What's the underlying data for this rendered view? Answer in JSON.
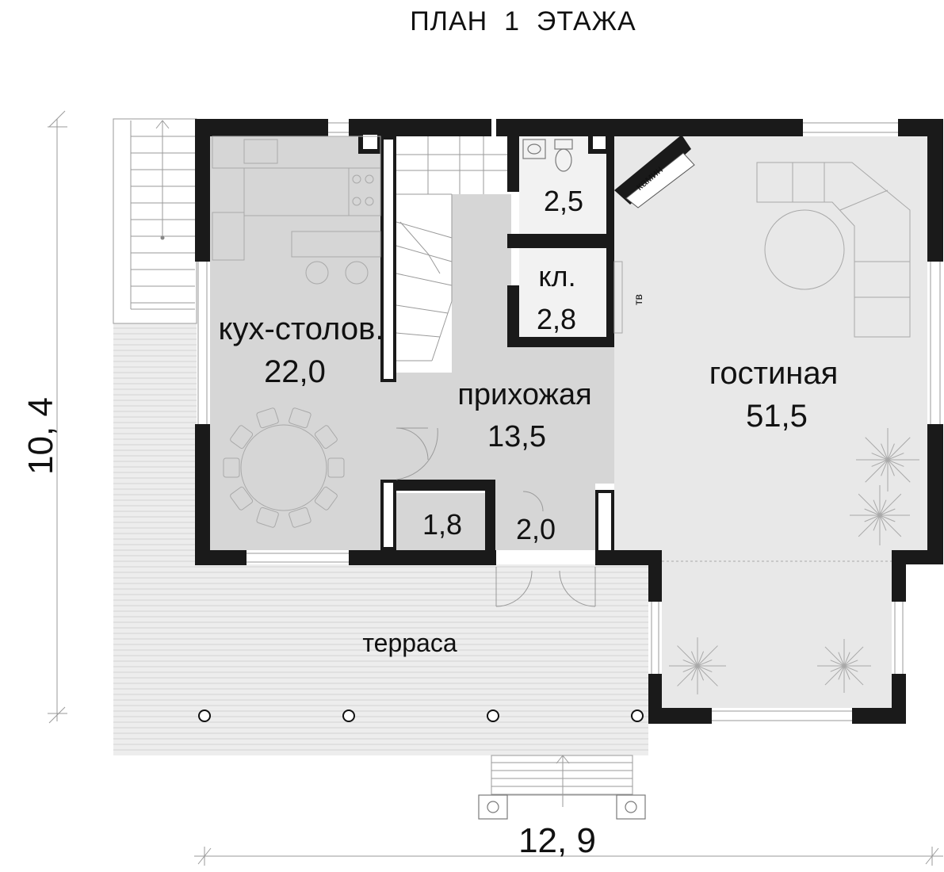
{
  "title": "ПЛАН  1  ЭТАЖА",
  "dimensions": {
    "height": "10, 4",
    "width": "12, 9"
  },
  "rooms": {
    "kitchen": {
      "name": "кух-столов.",
      "area": "22,0"
    },
    "hall": {
      "name": "прихожая",
      "area": "13,5"
    },
    "living": {
      "name": "гостиная",
      "area": "51,5"
    },
    "bathroom": {
      "area": "2,5"
    },
    "closet": {
      "name": "кл.",
      "area": "2,8"
    },
    "storage_a": {
      "area": "1,8"
    },
    "storage_b": {
      "area": "2,0"
    },
    "terrace": {
      "name": "терраса"
    }
  },
  "labels": {
    "fireplace": "камин",
    "tv": "тв"
  },
  "colors": {
    "wall": "#1a1a1a",
    "room_fill_dark": "#d6d6d6",
    "room_fill_light": "#e8e8e8",
    "terrace_fill": "#ededed"
  }
}
